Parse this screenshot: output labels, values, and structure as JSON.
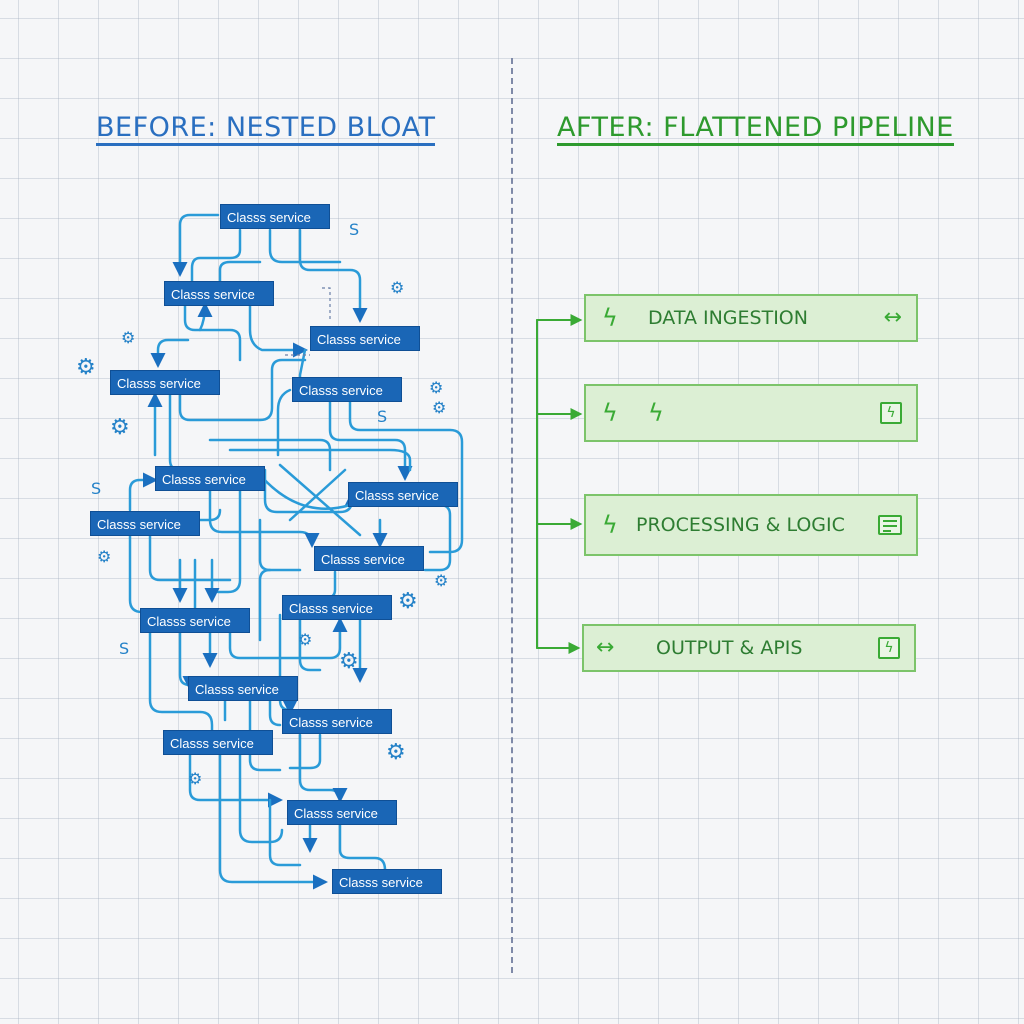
{
  "headings": {
    "before": "BEFORE: NESTED BLOAT",
    "after": "AFTER: FLATTENED PIPELINE"
  },
  "before": {
    "service_label": "Classs service",
    "stray_glyph": "S"
  },
  "after": {
    "stages": [
      {
        "label": "DATA INGESTION"
      },
      {
        "label": ""
      },
      {
        "label": "PROCESSING & LOGIC"
      },
      {
        "label": "OUTPUT & APIS"
      }
    ]
  },
  "colors": {
    "before_accent": "#2a6fc0",
    "service_box": "#1a66b6",
    "tangle_line": "#2a9bd8",
    "after_accent": "#2e9a2e",
    "stage_fill": "#dcefd4",
    "stage_border": "#7cc46a"
  },
  "icons": [
    "gear-icon",
    "lightning-icon",
    "double-arrow-icon",
    "document-bolt-icon",
    "list-icon"
  ]
}
